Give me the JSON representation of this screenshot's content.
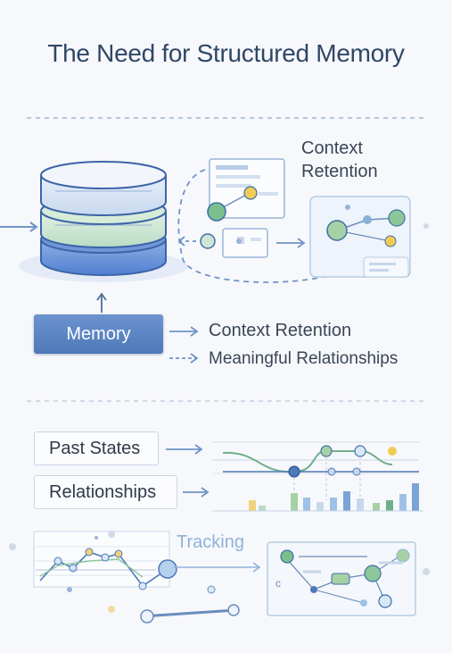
{
  "title": "The Need for Structured Memory",
  "context_retention_top": "Context\nRetention",
  "memory_label": "Memory",
  "arrow_labels": {
    "context_retention": "Context Retention",
    "meaningful_relationships": "Meaningful Relationships"
  },
  "pills": {
    "past_states": "Past States",
    "relationships": "Relationships"
  },
  "tracking": "Tracking",
  "colors": {
    "accent": "#4f78b8",
    "title": "#2f4766",
    "green_node": "#8cc79a",
    "yellow_node": "#f0cc55",
    "blue_node": "#5c86c4"
  }
}
